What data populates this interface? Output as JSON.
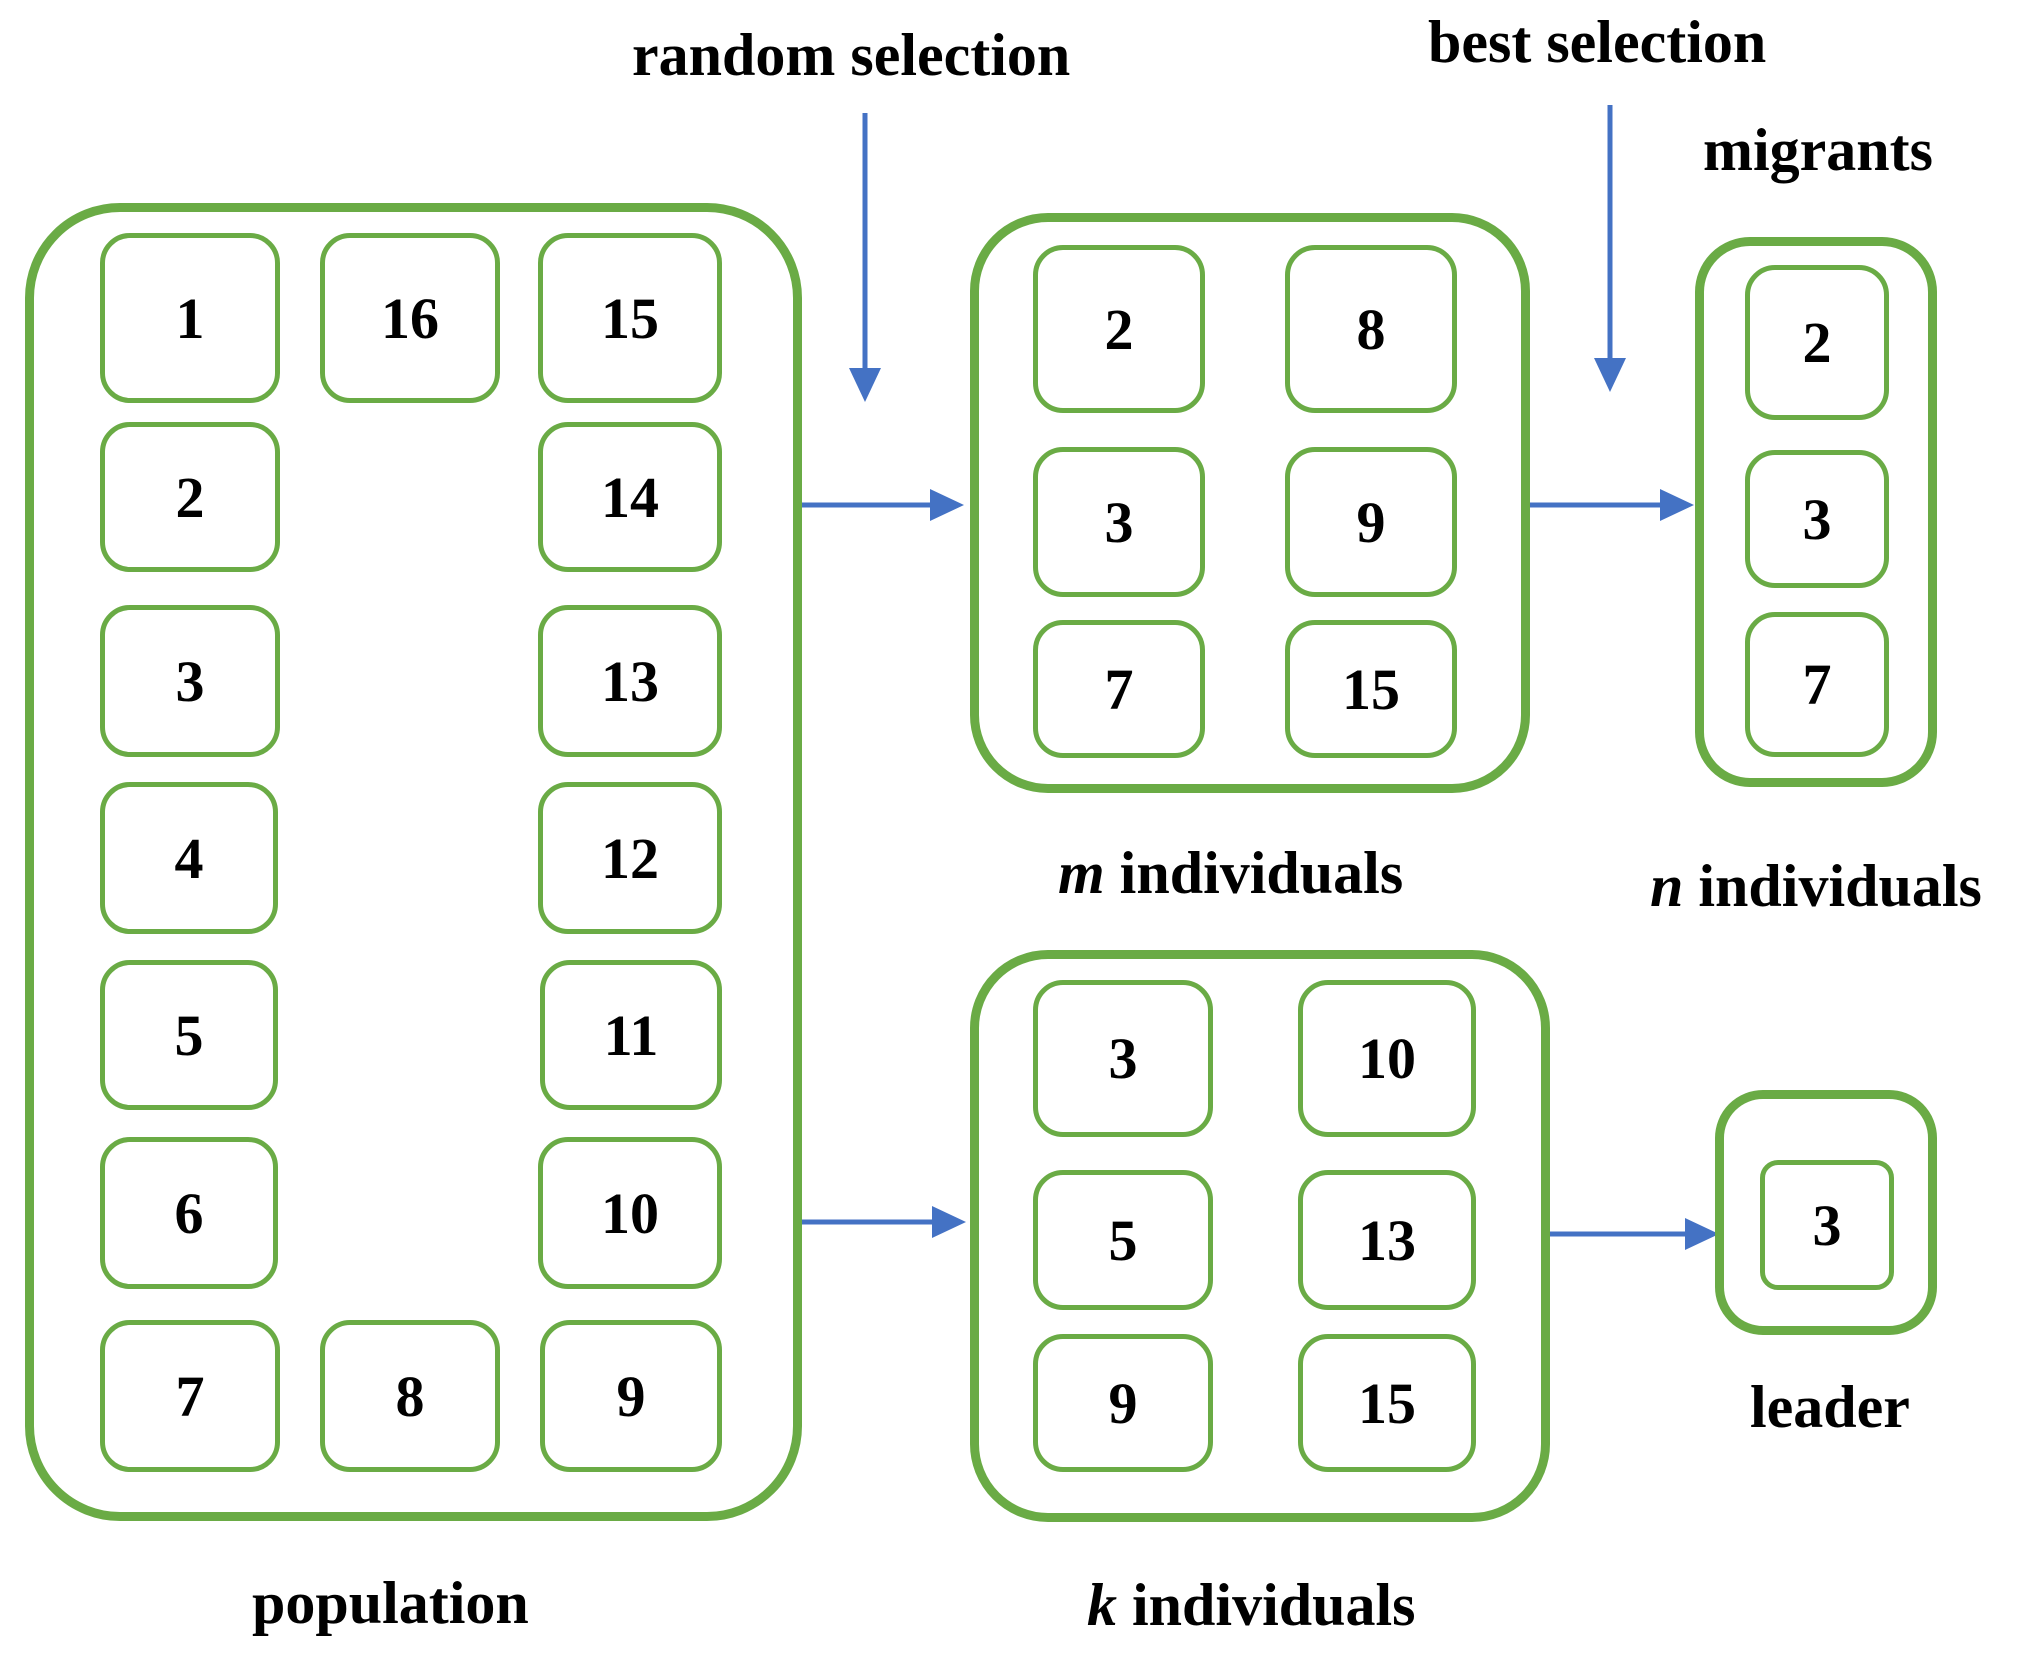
{
  "labels": {
    "random_selection": "random selection",
    "best_selection": "best selection",
    "migrants": "migrants",
    "m_var": "m",
    "m_text": " individuals",
    "n_var": "n",
    "n_text": " individuals",
    "k_var": "k",
    "k_text": " individuals",
    "leader": "leader",
    "population": "population"
  },
  "population": {
    "top_row": [
      "1",
      "16",
      "15"
    ],
    "left_column": [
      "2",
      "3",
      "4",
      "5",
      "6"
    ],
    "right_column": [
      "14",
      "13",
      "12",
      "11",
      "10"
    ],
    "bottom_row": [
      "7",
      "8",
      "9"
    ]
  },
  "m_group": [
    "2",
    "8",
    "3",
    "9",
    "7",
    "15"
  ],
  "migrants_group": [
    "2",
    "3",
    "7"
  ],
  "k_group": [
    "3",
    "10",
    "5",
    "13",
    "9",
    "15"
  ],
  "leader_group": [
    "3"
  ],
  "colors": {
    "box_border": "#6aab45",
    "arrow": "#4472c4",
    "text": "#000000"
  }
}
